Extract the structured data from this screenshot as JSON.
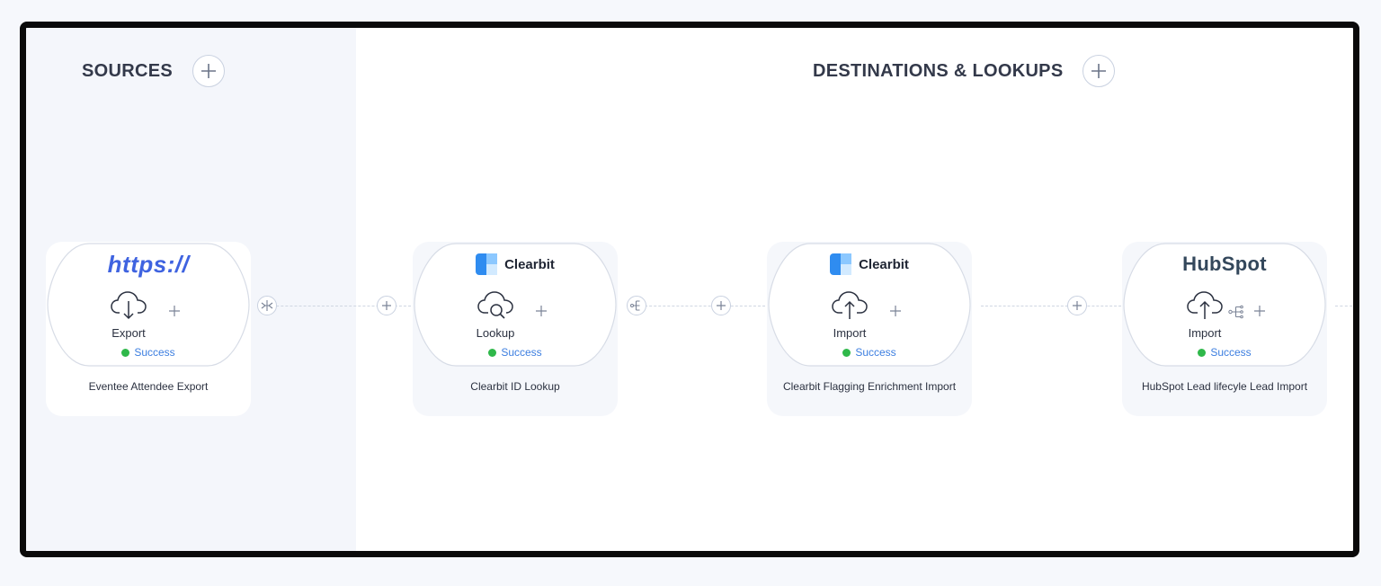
{
  "sections": {
    "sources_title": "SOURCES",
    "destinations_title": "DESTINATIONS & LOOKUPS"
  },
  "nodes": [
    {
      "logo": "https://",
      "logo_type": "https",
      "action": "Export",
      "action_icon": "cloud-download-icon",
      "status": "Success",
      "name": "Eventee Attendee Export"
    },
    {
      "logo": "Clearbit",
      "logo_type": "clearbit",
      "action": "Lookup",
      "action_icon": "cloud-search-icon",
      "status": "Success",
      "name": "Clearbit ID Lookup"
    },
    {
      "logo": "Clearbit",
      "logo_type": "clearbit",
      "action": "Import",
      "action_icon": "cloud-upload-icon",
      "status": "Success",
      "name": "Clearbit Flagging Enrichment Import"
    },
    {
      "logo": "HubSpot",
      "logo_type": "hubspot",
      "action": "Import",
      "action_icon": "cloud-upload-icon",
      "status": "Success",
      "name": "HubSpot Lead lifecyle Lead Import"
    }
  ],
  "colors": {
    "success_dot": "#2fb84a",
    "status_text": "#3c7ee0",
    "https_logo": "#3f63e0",
    "clearbit_blue": "#2f8cf0",
    "hubspot_orange": "#ff7a59",
    "frame_border": "#0a0a0a"
  }
}
